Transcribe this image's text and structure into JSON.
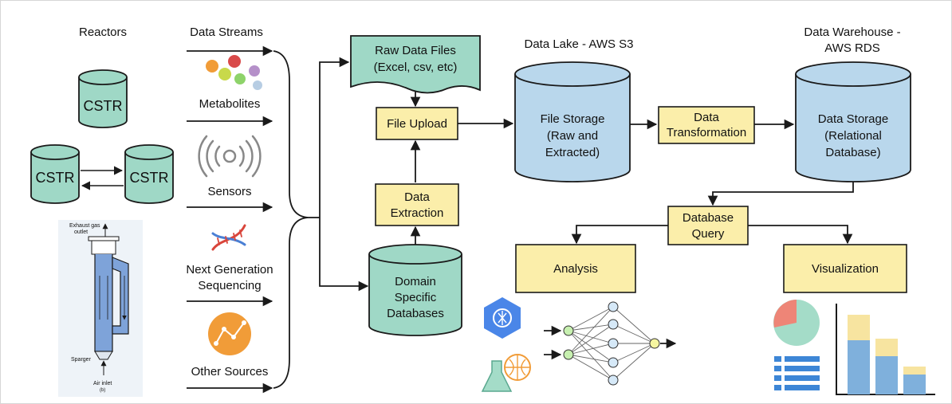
{
  "columns": {
    "reactors": "Reactors",
    "data_streams": "Data Streams",
    "data_lake": "Data Lake - AWS S3",
    "data_warehouse": [
      "Data Warehouse -",
      "AWS RDS"
    ]
  },
  "reactors": {
    "cstr": "CSTR",
    "bioreactor_labels": {
      "exhaust": [
        "Exhaust gas",
        "outlet"
      ],
      "sparger": "Sparger",
      "air_inlet": "Air inlet",
      "panel": "(b)"
    }
  },
  "streams": {
    "metabolites": "Metabolites",
    "sensors": "Sensors",
    "ngs": [
      "Next Generation",
      "Sequencing"
    ],
    "other": "Other Sources"
  },
  "nodes": {
    "raw_files": [
      "Raw Data Files",
      "(Excel, csv, etc)"
    ],
    "file_upload": "File Upload",
    "data_extraction": [
      "Data",
      "Extraction"
    ],
    "domain_db": [
      "Domain",
      "Specific",
      "Databases"
    ],
    "file_storage": [
      "File Storage",
      "(Raw and",
      "Extracted)"
    ],
    "data_transformation": [
      "Data",
      "Transformation"
    ],
    "data_storage": [
      "Data Storage",
      "(Relational",
      "Database)"
    ],
    "database_query": [
      "Database",
      "Query"
    ],
    "analysis": "Analysis",
    "visualization": "Visualization"
  },
  "colors": {
    "teal": "#9fd8c6",
    "blue": "#b9d7ec",
    "yellow": "#fbeeaa",
    "stroke": "#1a1a1a",
    "pie_red": "#ee8577",
    "pie_teal": "#a4dcc8",
    "list_blue": "#3d86d6",
    "bar_blue": "#7fb0dc",
    "bar_yellow": "#f7e4a0",
    "google_blue": "#4a86e8",
    "dna_red": "#d9453b",
    "dna_blue": "#4a7fd4",
    "orange": "#f19c38"
  },
  "icons": {
    "metabolites": "colored-dots-icon",
    "sensors": "signal-waves-icon",
    "ngs": "dna-helix-icon",
    "other": "line-graph-icon",
    "cloud_ml": "brain-hexagon-icon",
    "lab": "flask-globe-icon",
    "nn": "neural-network-icon",
    "pie": "pie-chart-icon",
    "list": "list-icon",
    "bar": "bar-chart-icon"
  }
}
